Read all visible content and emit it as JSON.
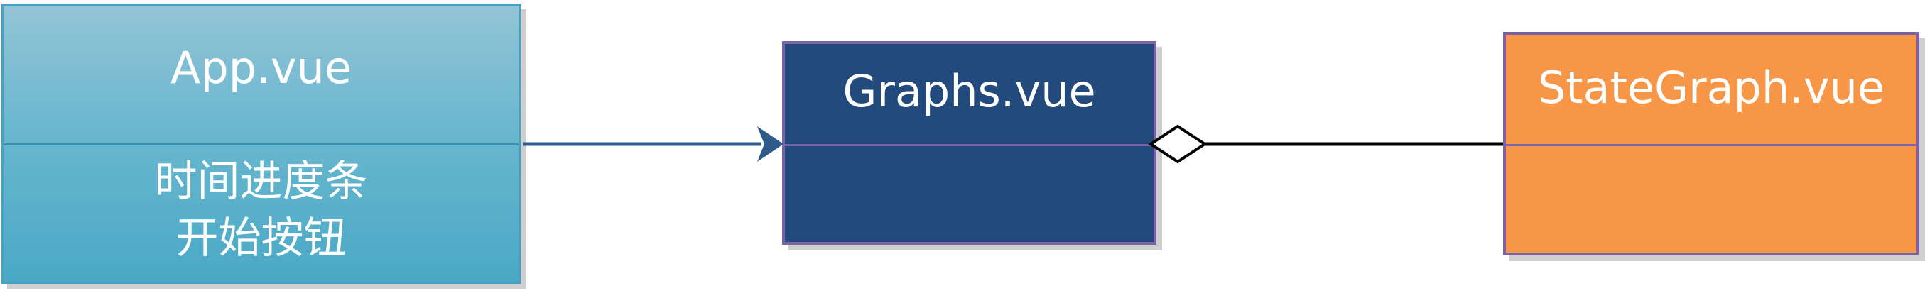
{
  "classes": {
    "app": {
      "name": "App.vue",
      "body_lines": [
        "时间进度条",
        "开始按钮"
      ]
    },
    "graphs": {
      "name": "Graphs.vue"
    },
    "stategraph": {
      "name": "StateGraph.vue"
    }
  },
  "colors": {
    "app_fill": "#6ab7cf",
    "app_border": "#45a2c4",
    "graphs_fill": "#224a7c",
    "stategraph_fill": "#f79646",
    "box_border": "#7a62a8",
    "association_line": "#2e5a8a",
    "aggregation_line": "#000000"
  },
  "relations": [
    {
      "from": "App.vue",
      "to": "Graphs.vue",
      "type": "association-arrow"
    },
    {
      "from": "StateGraph.vue",
      "to": "Graphs.vue",
      "type": "aggregation-diamond"
    }
  ]
}
